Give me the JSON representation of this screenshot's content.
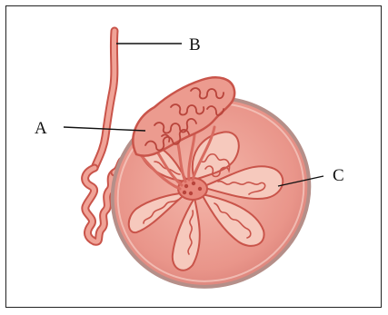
{
  "diagram": {
    "labels": {
      "a": "A",
      "b": "B",
      "c": "C"
    },
    "colors": {
      "tissue_fill": "#f2b3a6",
      "tissue_dark": "#c9544a",
      "tissue_mid": "#e07c70",
      "capsule_edge": "#b58f89",
      "lobule_fill": "#f6c9bd",
      "leader_line": "#111111"
    }
  }
}
